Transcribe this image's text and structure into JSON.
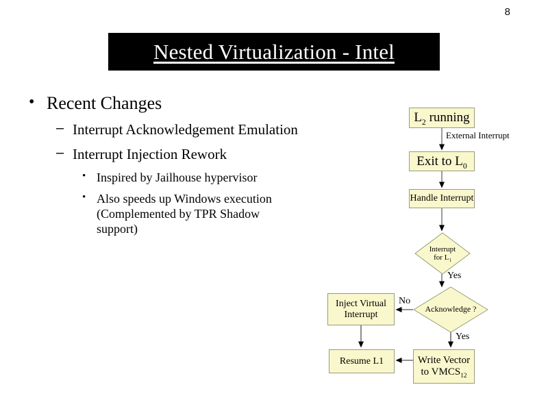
{
  "slide": {
    "page_number": "8",
    "title": "Nested Virtualization - Intel",
    "title_bg_color": "#000000",
    "title_text_color": "#ffffff"
  },
  "bullets": {
    "l1_marker": "•",
    "l2_marker": "–",
    "l3_marker": "•",
    "items": [
      {
        "level": 1,
        "text": "Recent Changes"
      },
      {
        "level": 2,
        "text": "Interrupt Acknowledgement Emulation"
      },
      {
        "level": 2,
        "text": "Interrupt Injection Rework"
      },
      {
        "level": 3,
        "text": "Inspired by Jailhouse hypervisor"
      },
      {
        "level": 3,
        "text": "Also speeds up Windows execution (Complemented by TPR Shadow support)"
      }
    ]
  },
  "flowchart": {
    "node_fill": "#f9f8cd",
    "node_border": "#9a9a78",
    "connector_color": "#808080",
    "nodes": [
      {
        "id": "l2-running",
        "shape": "box",
        "label_main": "L",
        "label_sub": "2",
        "label_tail": " running"
      },
      {
        "id": "exit-to-l0",
        "shape": "box",
        "label_main": "Exit to L",
        "label_sub": "0",
        "label_tail": ""
      },
      {
        "id": "handle-interrupt",
        "shape": "box",
        "label_main": "Handle Interrupt",
        "label_sub": "",
        "label_tail": ""
      },
      {
        "id": "interrupt-for-l1",
        "shape": "diamond",
        "label_main": "Interrupt",
        "label_sub": "1",
        "label_tail": "for L"
      },
      {
        "id": "acknowledge",
        "shape": "diamond",
        "label_main": "Acknowledge ?",
        "label_sub": "",
        "label_tail": ""
      },
      {
        "id": "inject-virtual",
        "shape": "box",
        "label_main": "Inject Virtual",
        "label_sub": "",
        "label_tail": "Interrupt"
      },
      {
        "id": "write-vector",
        "shape": "box",
        "label_main": "Write Vector",
        "label_sub": "12",
        "label_tail": "to VMCS"
      },
      {
        "id": "resume-l1",
        "shape": "box",
        "label_main": "Resume L1",
        "label_sub": "",
        "label_tail": ""
      }
    ],
    "edge_labels": {
      "external_interrupt": "External Interrupt",
      "yes_interrupt_for_l1": "Yes",
      "no_acknowledge": "No",
      "yes_acknowledge": "Yes"
    }
  }
}
